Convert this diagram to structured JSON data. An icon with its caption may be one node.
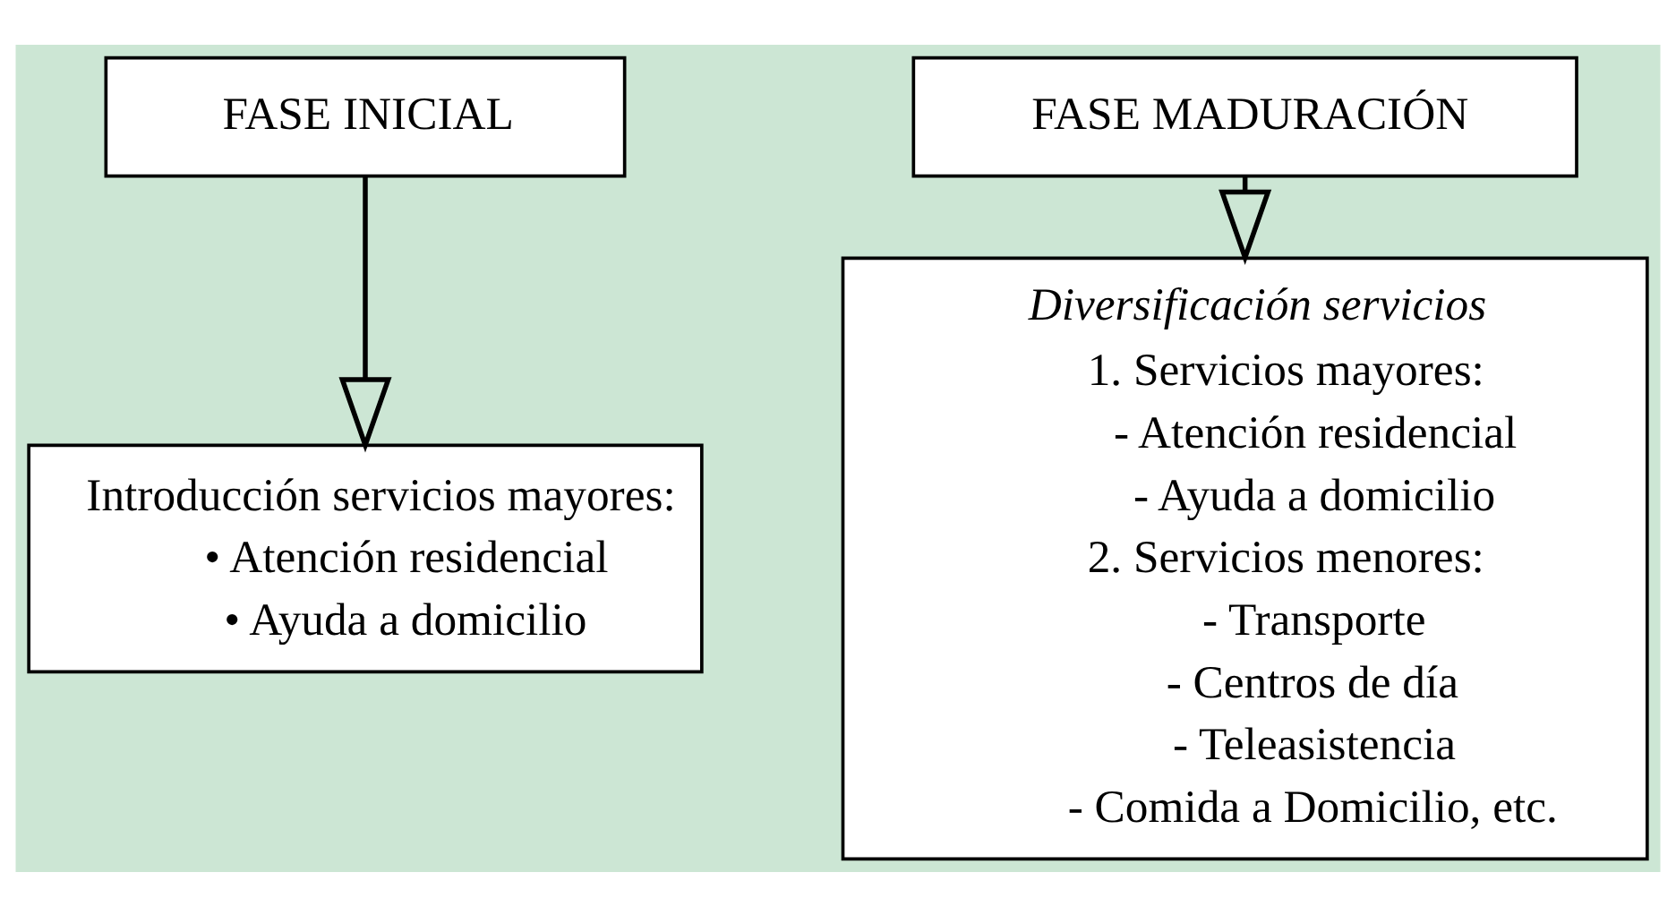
{
  "diagram": {
    "nodes": [
      {
        "text": [
          "FASE INICIAL"
        ]
      },
      {
        "text": [
          "FASE MADURACIÓN"
        ]
      },
      {
        "text": [
          "Introducción servicios mayores:",
          "• Atención residencial",
          "• Ayuda a domicilio"
        ]
      },
      {
        "text": [
          "Diversificación servicios",
          "1. Servicios mayores:",
          "- Atención residencial",
          "- Ayuda a domicilio",
          "2. Servicios menores:",
          "- Transporte",
          "- Centros de día",
          "- Teleasistencia",
          "- Comida a Domicilio, etc."
        ]
      }
    ],
    "edges": [
      {
        "from": 0,
        "to": 2,
        "arrow": "to"
      },
      {
        "from": 1,
        "to": 3,
        "arrow": "to"
      }
    ]
  }
}
